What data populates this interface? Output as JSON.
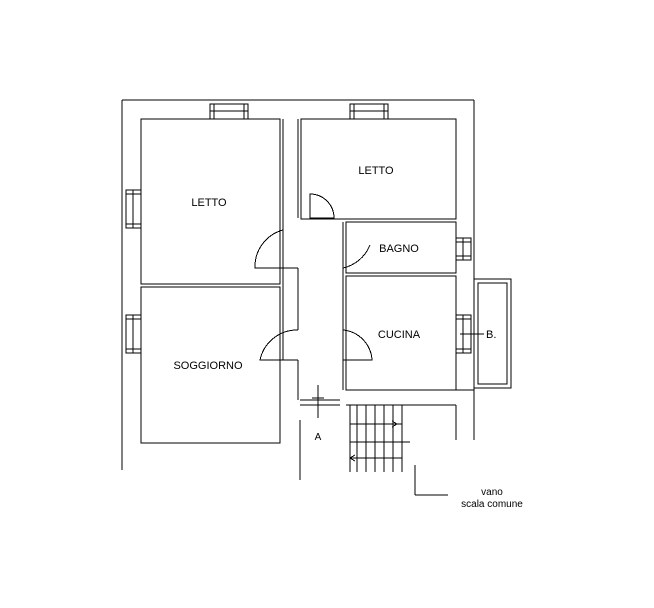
{
  "rooms": {
    "letto_left": "LETTO",
    "letto_right": "LETTO",
    "bagno": "BAGNO",
    "cucina": "CUCINA",
    "soggiorno": "SOGGIORNO"
  },
  "balcony_label": "B.",
  "entrance_marker": "A",
  "stair_note": {
    "line1": "vano",
    "line2": "scala comune"
  },
  "colors": {
    "line": "#000000",
    "background": "#ffffff"
  }
}
